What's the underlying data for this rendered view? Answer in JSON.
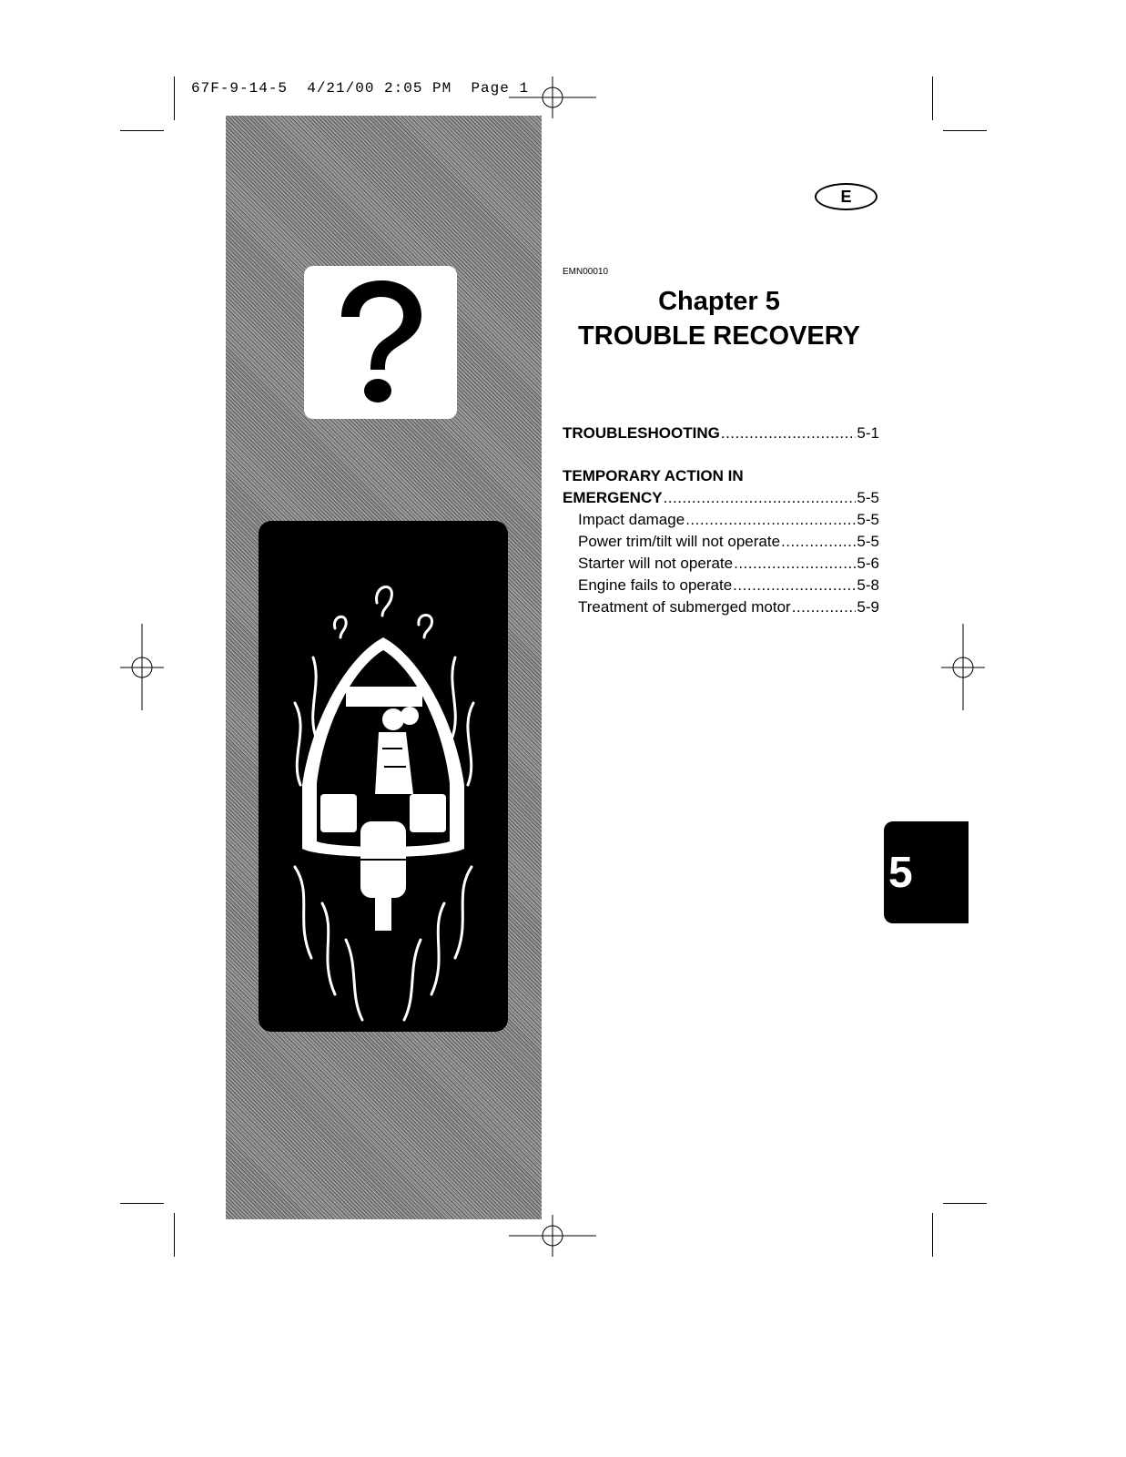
{
  "print_slug": "67F-9-14-5  4/21/00 2:05 PM  Page 1",
  "language_badge": "E",
  "doc_code": "EMN00010",
  "chapter": {
    "number_line": "Chapter 5",
    "title": "TROUBLE RECOVERY"
  },
  "toc": {
    "troubleshooting": {
      "label": "TROUBLESHOOTING",
      "page": "5-1"
    },
    "temporary_heading_line1": "TEMPORARY ACTION IN",
    "emergency": {
      "label": "EMERGENCY",
      "page": "5-5"
    },
    "sub_items": [
      {
        "label": "Impact damage",
        "page": "5-5"
      },
      {
        "label": "Power trim/tilt will not operate",
        "page": "5-5"
      },
      {
        "label": "Starter will not operate",
        "page": "5-6"
      },
      {
        "label": "Engine fails to operate",
        "page": "5-8"
      },
      {
        "label": "Treatment of submerged motor",
        "page": "5-9"
      }
    ]
  },
  "chapter_tab": "5",
  "icons": {
    "question": "question-mark-icon",
    "boat": "boat-trouble-illustration"
  }
}
